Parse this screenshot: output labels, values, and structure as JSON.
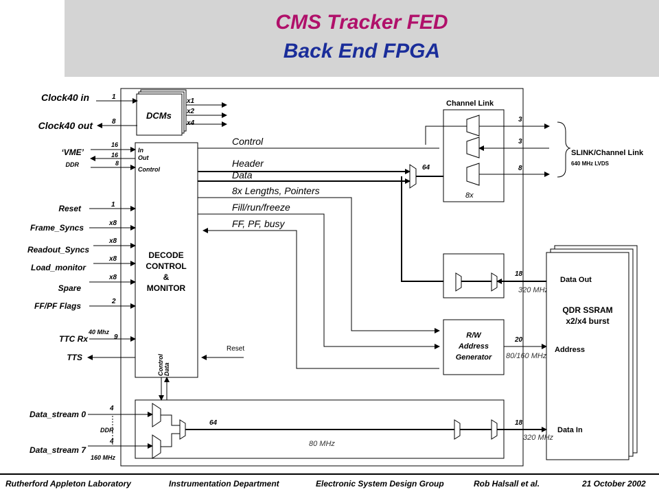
{
  "title": "CMS Tracker FED",
  "subtitle": "Back End FPGA",
  "blocks": {
    "dcms": "DCMs",
    "decode_1": "DECODE",
    "decode_2": "CONTROL",
    "decode_3": "&",
    "decode_4": "MONITOR",
    "decode_in": "In",
    "decode_out": "Out",
    "decode_control": "Control",
    "decode_bottom_control": "Control",
    "decode_bottom_data": "Data",
    "channel_link": "Channel Link",
    "mux_count": "8x",
    "qdr_1": "QDR SSRAM",
    "qdr_2": "x2/x4 burst",
    "qdr_data_out": "Data Out",
    "qdr_address": "Address",
    "qdr_data_in": "Data In",
    "rw_1": "R/W",
    "rw_2": "Address",
    "rw_3": "Generator"
  },
  "signals": {
    "clock40_in": "Clock40 in",
    "clock40_out": "Clock40 out",
    "vme": "‘VME’",
    "ddr": "DDR",
    "reset": "Reset",
    "frame_syncs": "Frame_Syncs",
    "readout_syncs": "Readout_Syncs",
    "load_monitor": "Load_monitor",
    "spare": "Spare",
    "ff_pf_flags": "FF/PF Flags",
    "ttc_rx": "TTC Rx",
    "ttc_freq": "40 Mhz",
    "tts": "TTS",
    "data_stream_0": "Data_stream  0",
    "data_stream_7": "Data_stream  7",
    "ds_ddr": "DDR",
    "ds_freq": "160 MHz",
    "slink": "SLINK/Channel  Link",
    "slink_sub": "640 MHz  LVDS"
  },
  "widths": {
    "clk_in": "1",
    "clk_out": "8",
    "vme_in": "16",
    "vme_out": "16",
    "vme_ctl": "8",
    "reset": "1",
    "frame": "x8",
    "readout": "x8",
    "load": "x8",
    "spare": "x8",
    "ffpf": "2",
    "ttc": "9",
    "dcm_x1": "x1",
    "dcm_x2": "x2",
    "dcm_x4": "x4",
    "cl_3a": "3",
    "cl_3b": "3",
    "cl_8": "8",
    "bus_64_top": "64",
    "bus_18_out": "18",
    "bus_20": "20",
    "bus_18_in": "18",
    "bus_64_bot": "64",
    "ds_4a": "4",
    "ds_4b": "4"
  },
  "buses": {
    "control": "Control",
    "header": "Header",
    "data": "Data",
    "lengths": "8x Lengths, Pointers",
    "fill": "Fill/run/freeze",
    "ff": "FF, PF, busy",
    "reset": "Reset",
    "f320_top": "320 MHz",
    "f80_160": "80/160 MHz",
    "f320_bot": "320 MHz",
    "f80": "80 MHz"
  },
  "footer": {
    "lab": "Rutherford  Appleton Laboratory",
    "dept": "Instrumentation  Department",
    "group": "Electronic  System  Design  Group",
    "author": "Rob  Halsall  et al.",
    "date": "21  October  2002"
  }
}
